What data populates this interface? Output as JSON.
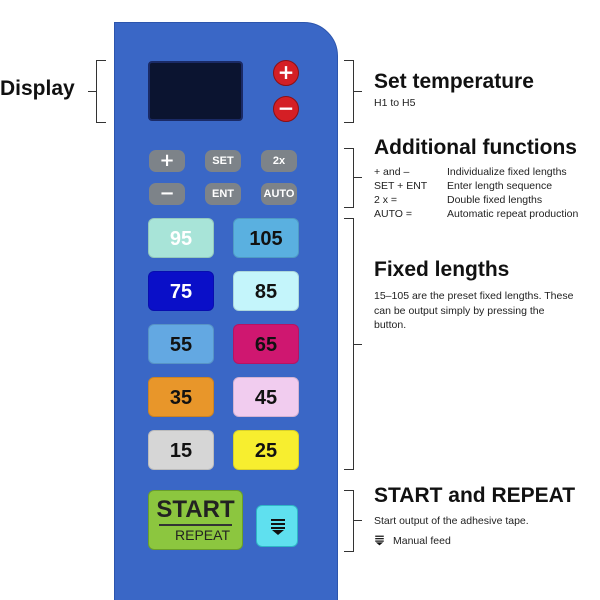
{
  "labels": {
    "display": "Display",
    "set_temperature": "Set temperature",
    "set_temperature_sub": "H1 to H5",
    "additional_functions": "Additional functions",
    "fixed_lengths": "Fixed lengths",
    "fixed_lengths_desc": "15–105 are the preset fixed lengths. These can be output simply by pressing the button.",
    "start_repeat": "START and REPEAT",
    "start_repeat_desc": "Start output of the adhesive tape.",
    "manual_feed": "Manual feed"
  },
  "functions": [
    {
      "key": "+ and –",
      "desc": "Individualize fixed lengths"
    },
    {
      "key": "SET + ENT",
      "desc": "Enter length sequence"
    },
    {
      "key": "2 x =",
      "desc": "Double fixed lengths"
    },
    {
      "key": "AUTO =",
      "desc": "Automatic repeat production"
    }
  ],
  "temp_buttons": {
    "plus": "+",
    "minus": "−"
  },
  "func_buttons": {
    "plus": "+",
    "set": "SET",
    "double": "2x",
    "minus": "−",
    "ent": "ENT",
    "auto": "AUTO"
  },
  "length_buttons": [
    {
      "value": "95",
      "bg": "#a8e4d8",
      "fg": "#ffffff"
    },
    {
      "value": "105",
      "bg": "#5ab0e0",
      "fg": "#111111"
    },
    {
      "value": "75",
      "bg": "#0a0fc8",
      "fg": "#ffffff"
    },
    {
      "value": "85",
      "bg": "#c4f5fb",
      "fg": "#111111"
    },
    {
      "value": "55",
      "bg": "#63a8e2",
      "fg": "#111111"
    },
    {
      "value": "65",
      "bg": "#cf1770",
      "fg": "#111111"
    },
    {
      "value": "35",
      "bg": "#e8962a",
      "fg": "#111111"
    },
    {
      "value": "45",
      "bg": "#f1ccef",
      "fg": "#111111"
    },
    {
      "value": "15",
      "bg": "#d6d6d6",
      "fg": "#111111"
    },
    {
      "value": "25",
      "bg": "#f7ee2f",
      "fg": "#111111"
    }
  ],
  "start_button": {
    "start": "START",
    "repeat": "REPEAT"
  },
  "colors": {
    "panel": "#3a67c6",
    "temp_button": "#d41f25",
    "function_button": "#7d8389",
    "start_button": "#8cc63f",
    "feed_button": "#5fe0ef"
  },
  "icons": {
    "feed": "manual-feed-icon"
  }
}
